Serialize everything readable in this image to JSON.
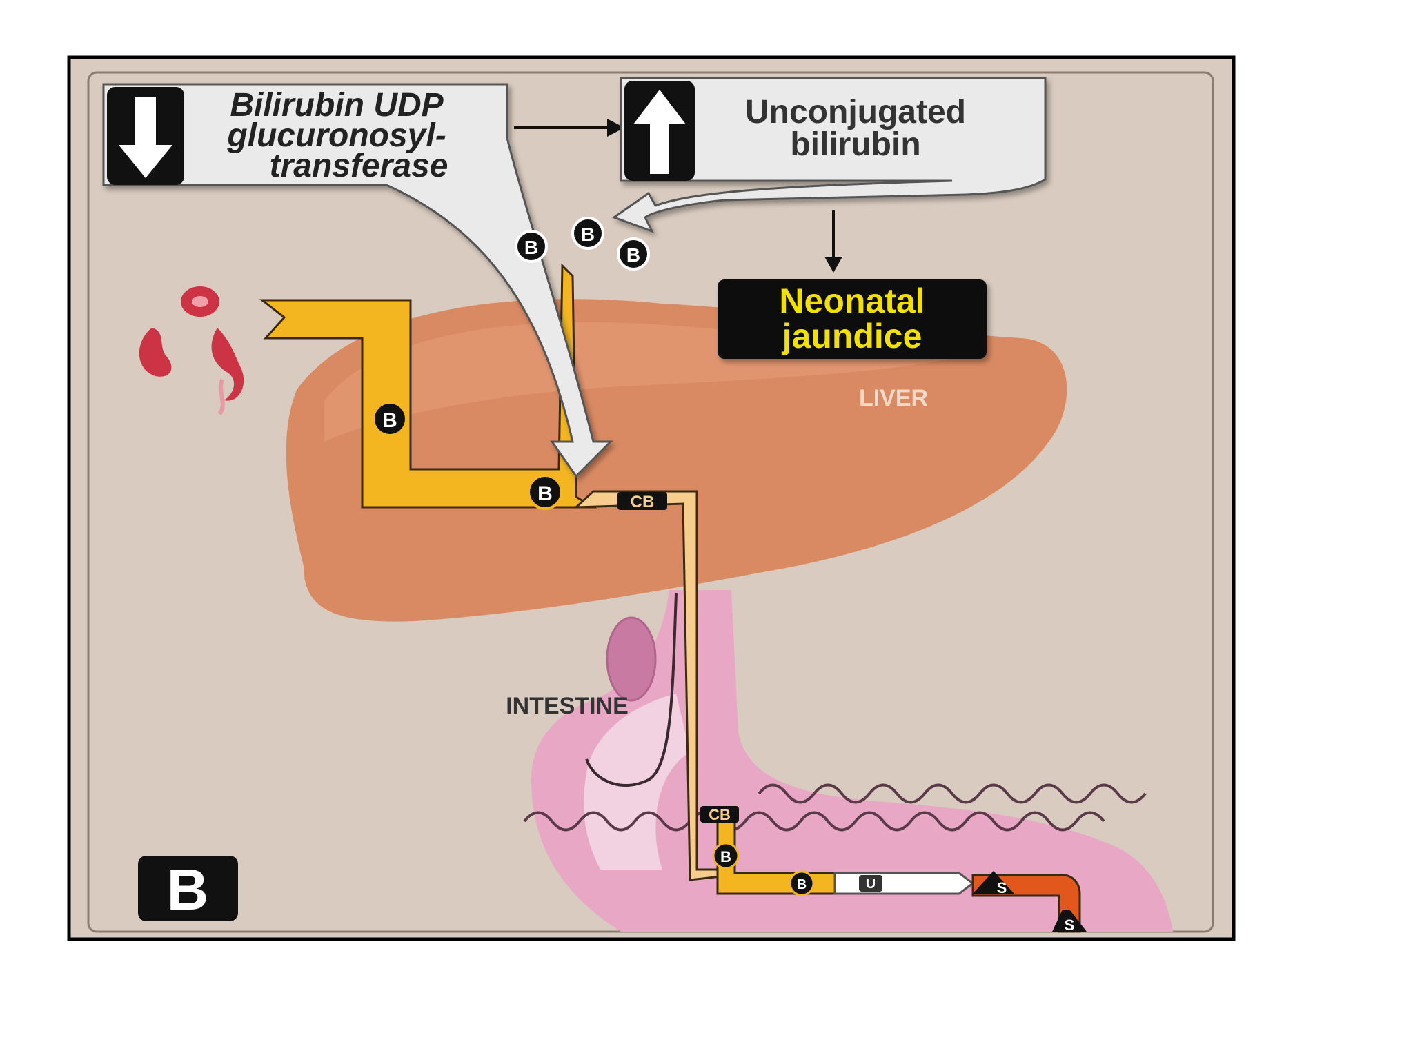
{
  "enzyme_box": {
    "line1": "Bilirubin UDP",
    "line2": "glucuronosyl-",
    "line3": "transferase",
    "arrow": "down-arrow-icon"
  },
  "bilirubin_box": {
    "line1": "Unconjugated",
    "line2": "bilirubin",
    "arrow": "up-arrow-icon"
  },
  "jaundice_box": {
    "line1": "Neonatal",
    "line2": "jaundice"
  },
  "organs": {
    "liver": "LIVER",
    "intestine": "INTESTINE"
  },
  "molecules": {
    "bilirubin": "B",
    "conjugated": "CB",
    "urobilinogen": "U",
    "stercobilin": "S"
  },
  "panel_label": "B",
  "colors": {
    "background": "#d9cbbf",
    "liver": "#d98a63",
    "bilirubin_path": "#f3b520",
    "conjugated_path": "#f7cd8d",
    "intestine": "#e7a7c5",
    "stercobilin_path": "#e2571c",
    "jaundice_text": "#f2e000"
  }
}
